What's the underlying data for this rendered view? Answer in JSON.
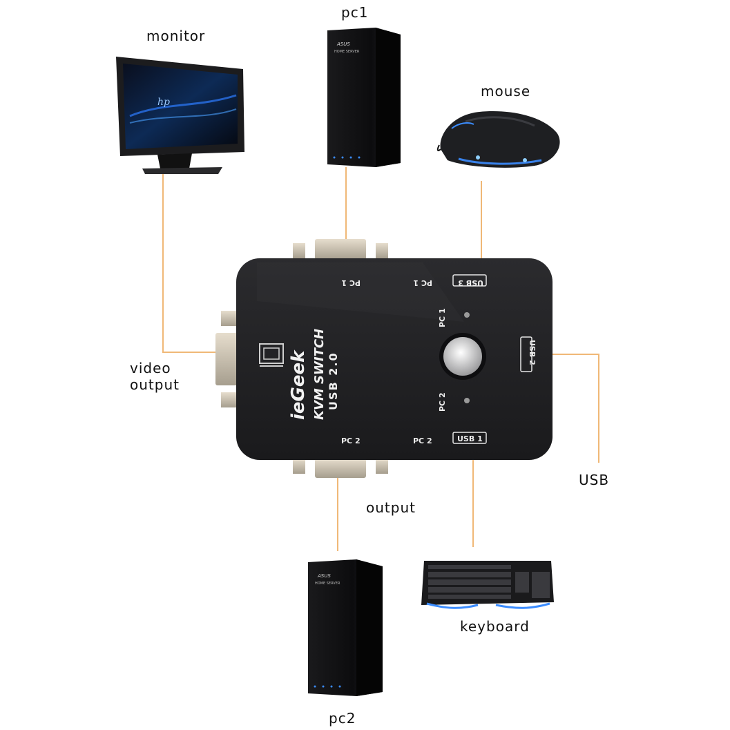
{
  "labels": {
    "monitor": "monitor",
    "pc1": "pc1",
    "mouse": "mouse",
    "video_output_line1": "video",
    "video_output_line2": "output",
    "usb": "USB",
    "output": "output",
    "keyboard": "keyboard",
    "pc2": "pc2"
  },
  "switch": {
    "brand": "ieGeek",
    "model": "KVM SWITCH",
    "usb_version": "USB 2.0",
    "top_port_left": "PC 1",
    "top_port_right": "PC 1",
    "top_usb": "USB 3",
    "side_usb": "USB 2",
    "bottom_port_left": "PC 2",
    "bottom_port_right": "PC 2",
    "bottom_usb": "USB 1",
    "led_top": "PC 1",
    "led_bottom": "PC 2"
  },
  "tower_brand": "ASUS",
  "tower_subtitle": "HOME SERVER",
  "monitor_brand": "hp",
  "colors": {
    "wire": "#f0b877",
    "device": "#1b1b1d",
    "glow": "#3b8cff"
  }
}
